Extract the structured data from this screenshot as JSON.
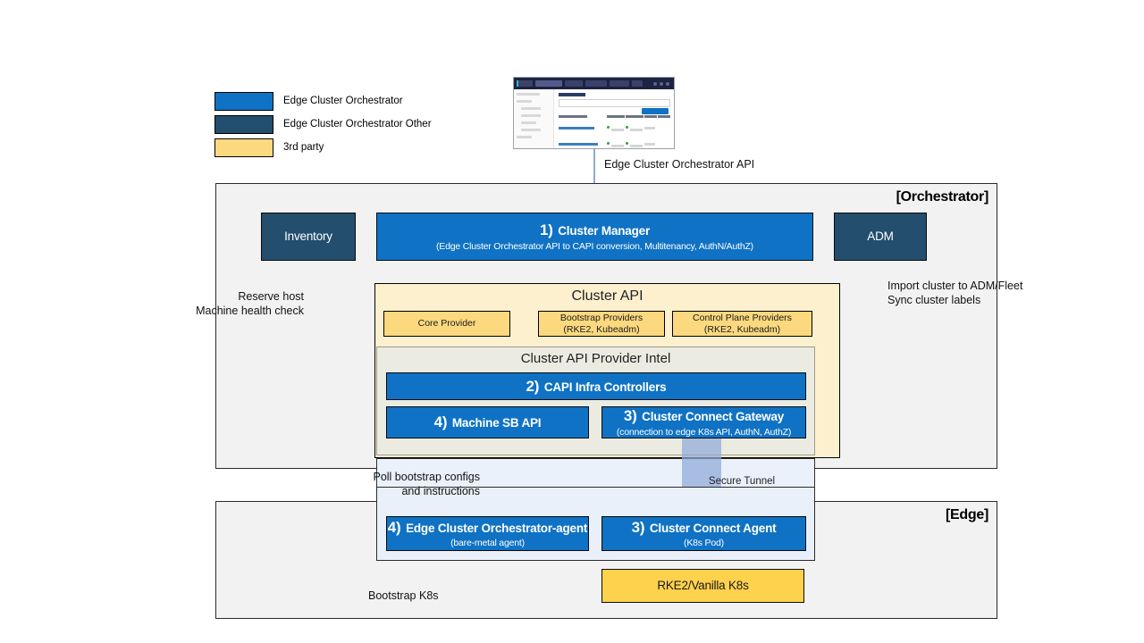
{
  "legend": {
    "items": [
      {
        "label": "Edge Cluster Orchestrator",
        "color": "#0f72c4",
        "name": "legend-edge-cluster-orchestrator"
      },
      {
        "label": "Edge Cluster Orchestrator Other",
        "color": "#234e6e",
        "name": "legend-edge-cluster-orchestrator-other"
      },
      {
        "label": "3rd party",
        "color": "#fcd97f",
        "name": "legend-third-party"
      }
    ]
  },
  "thumbnail": {
    "alt": "Edge Cluster Orchestrator web console screenshot",
    "page_title": "Cluster List"
  },
  "api_arrow_label": "Edge Cluster Orchestrator API",
  "orchestrator": {
    "title": "[Orchestrator]",
    "inventory": {
      "title": "Inventory"
    },
    "cluster_manager": {
      "num": "1)",
      "title": "Cluster Manager",
      "subtitle": "(Edge Cluster Orchestrator API to CAPI conversion, Multitenancy, AuthN/AuthZ)"
    },
    "adm": {
      "title": "ADM"
    },
    "cluster_api": {
      "title": "Cluster API",
      "providers": [
        {
          "title": "Core Provider",
          "sub": ""
        },
        {
          "title": "Bootstrap Providers",
          "sub": "(RKE2, Kubeadm)"
        },
        {
          "title": "Control Plane Providers",
          "sub": "(RKE2, Kubeadm)"
        }
      ],
      "provider_intel": {
        "title": "Cluster API Provider Intel",
        "capi_infra": {
          "num": "2)",
          "title": "CAPI Infra Controllers"
        },
        "machine_sb": {
          "num": "4)",
          "title": "Machine SB API"
        },
        "connect_gateway": {
          "num": "3)",
          "title": "Cluster Connect Gateway",
          "subtitle": "(connection to edge K8s API, AuthN, AuthZ)"
        }
      }
    }
  },
  "tunnel": {
    "label": "Secure Tunnel"
  },
  "edge": {
    "title": "[Edge]",
    "agent": {
      "num": "4)",
      "title": "Edge Cluster Orchestrator-agent",
      "subtitle": "(bare-metal agent)"
    },
    "connect_agent": {
      "num": "3)",
      "title": "Cluster Connect Agent",
      "subtitle": "(K8s Pod)"
    },
    "k8s": {
      "title": "RKE2/Vanilla K8s"
    }
  },
  "annotations": {
    "reserve_host": "Reserve host\nMachine health check",
    "import_cluster": "Import cluster to ADM/Fleet\nSync cluster labels",
    "poll_bootstrap": "Poll bootstrap configs\nand instructions",
    "bootstrap_k8s": "Bootstrap K8s"
  },
  "colors": {
    "blue": "#0f72c4",
    "navy": "#234e6e",
    "yellow": "#ffd24d",
    "yellow_light": "#fcd97f",
    "capi_bg": "#fdf0cf",
    "zone_bg": "#f2f2f2",
    "arrow_blue": "#4a7ebb",
    "arrow_orange": "#f4c7a8"
  }
}
